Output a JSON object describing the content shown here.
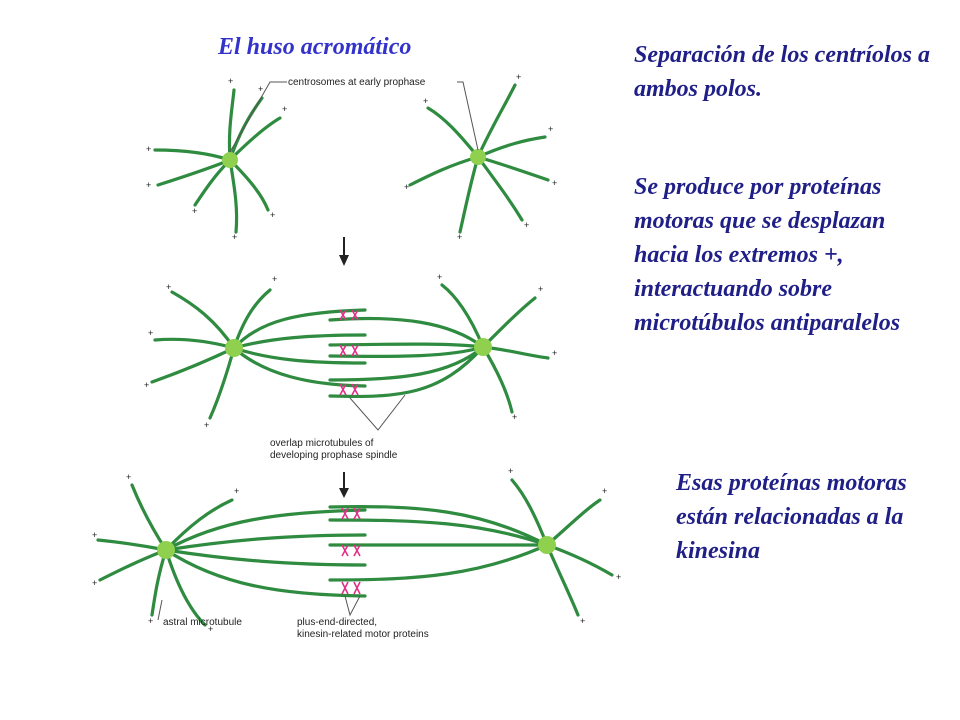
{
  "title": "El huso acromático",
  "paragraph_1": "Separación de los centríolos a ambos polos.",
  "paragraph_2": "Se produce por proteínas motoras que se desplazan hacia los extremos +, interactuando  sobre microtúbulos antiparalelos",
  "paragraph_3": "Esas proteínas motoras están relacionadas a la kinesina",
  "diagram": {
    "label_centrosomes": "centrosomes at early prophase",
    "label_overlap_1": "overlap microtubules of",
    "label_overlap_2": "developing prophase spindle",
    "label_astral": "astral microtubule",
    "label_motor_1": "plus-end-directed,",
    "label_motor_2": "kinesin-related motor proteins",
    "plus_sign": "+"
  },
  "colors": {
    "title": "#3333cc",
    "body_text": "#1f1f87",
    "microtubule": "#2e8b3f",
    "centrosome": "#8fd14f",
    "motor_protein": "#e0308a"
  }
}
